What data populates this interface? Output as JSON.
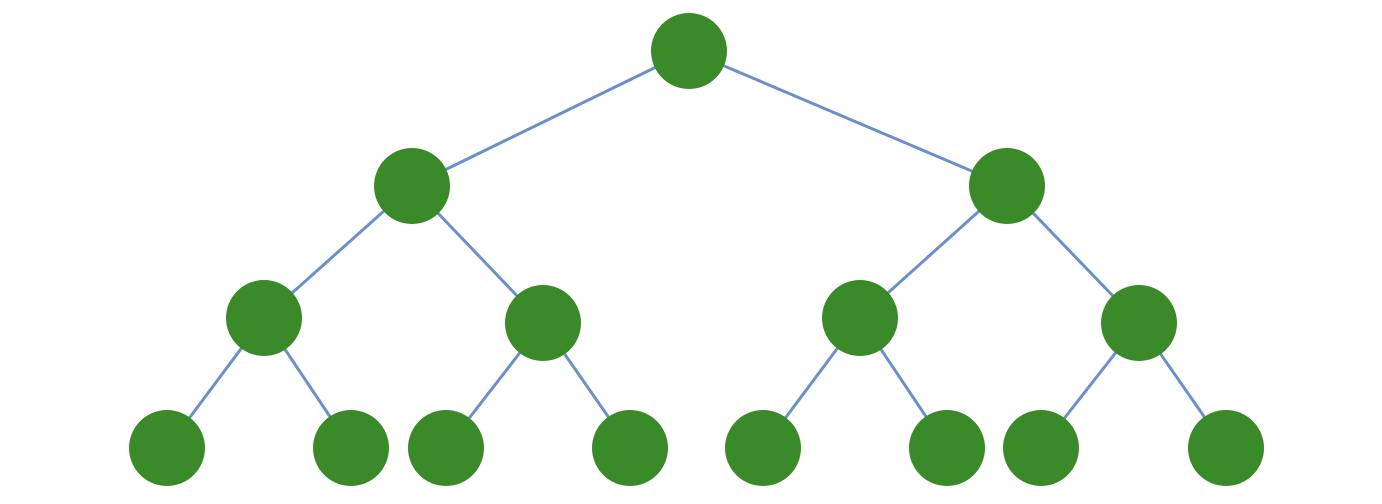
{
  "diagram": {
    "type": "binary-tree",
    "depth": 4,
    "colors": {
      "node_fill": "#3a8a2a",
      "edge_stroke": "#6b8fc9",
      "background": "#ffffff"
    },
    "nodes": [
      {
        "id": "root",
        "level": 0
      },
      {
        "id": "l1-a",
        "level": 1,
        "parent": "root"
      },
      {
        "id": "l1-b",
        "level": 1,
        "parent": "root"
      },
      {
        "id": "l2-a",
        "level": 2,
        "parent": "l1-a"
      },
      {
        "id": "l2-b",
        "level": 2,
        "parent": "l1-a"
      },
      {
        "id": "l2-c",
        "level": 2,
        "parent": "l1-b"
      },
      {
        "id": "l2-d",
        "level": 2,
        "parent": "l1-b"
      },
      {
        "id": "l3-a",
        "level": 3,
        "parent": "l2-a"
      },
      {
        "id": "l3-b",
        "level": 3,
        "parent": "l2-a"
      },
      {
        "id": "l3-c",
        "level": 3,
        "parent": "l2-b"
      },
      {
        "id": "l3-d",
        "level": 3,
        "parent": "l2-b"
      },
      {
        "id": "l3-e",
        "level": 3,
        "parent": "l2-c"
      },
      {
        "id": "l3-f",
        "level": 3,
        "parent": "l2-c"
      },
      {
        "id": "l3-g",
        "level": 3,
        "parent": "l2-d"
      },
      {
        "id": "l3-h",
        "level": 3,
        "parent": "l2-d"
      }
    ]
  }
}
